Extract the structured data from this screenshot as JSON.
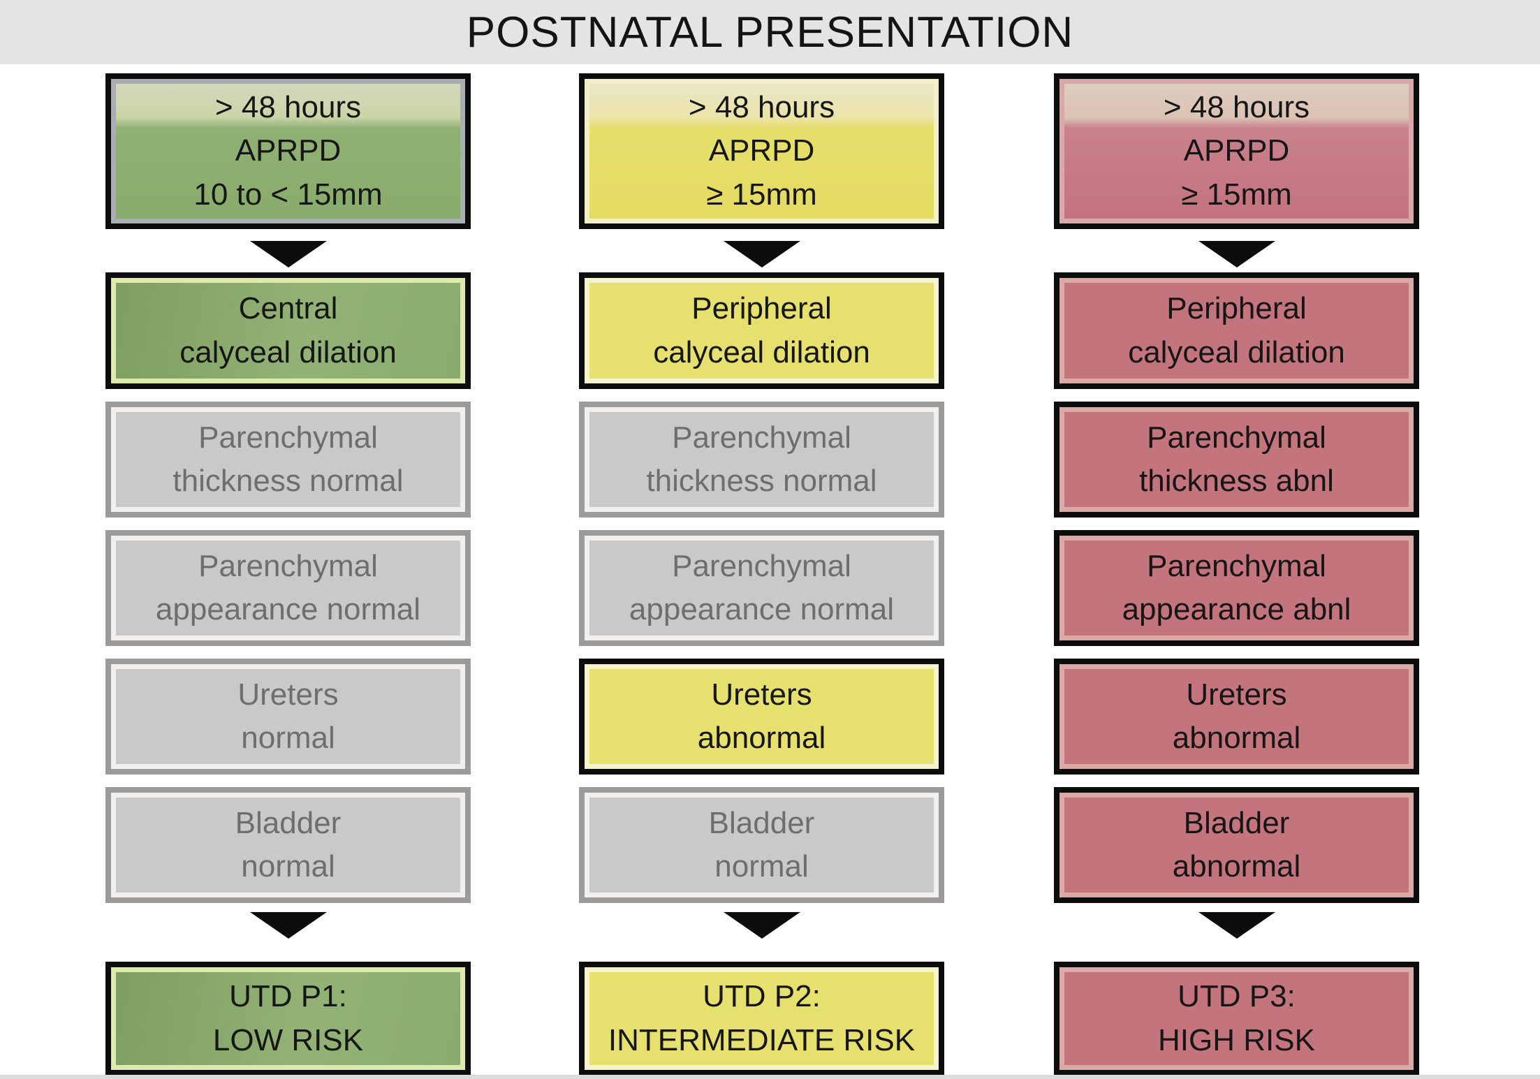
{
  "title": "POSTNATAL PRESENTATION",
  "colors": {
    "title_band": "#e2e4e6",
    "low_risk_green": "#8cae71",
    "intermediate_risk_yellow": "#e6e06e",
    "high_risk_red": "#c4747c",
    "normal_gray": "#c9c9c9",
    "border_black": "#0d0d0d",
    "border_gray": "#9b9b9b"
  },
  "columns": [
    {
      "risk": "low",
      "boxes": [
        {
          "lines": [
            "> 48 hours",
            "APRPD",
            "10 to < 15mm"
          ]
        },
        {
          "lines": [
            "Central",
            "calyceal dilation"
          ]
        },
        {
          "lines": [
            "Parenchymal",
            "thickness normal"
          ]
        },
        {
          "lines": [
            "Parenchymal",
            "appearance normal"
          ]
        },
        {
          "lines": [
            "Ureters",
            "normal"
          ]
        },
        {
          "lines": [
            "Bladder",
            "normal"
          ]
        },
        {
          "lines": [
            "UTD P1:",
            "LOW RISK"
          ]
        }
      ]
    },
    {
      "risk": "intermediate",
      "boxes": [
        {
          "lines": [
            "> 48 hours",
            "APRPD",
            "≥ 15mm"
          ]
        },
        {
          "lines": [
            "Peripheral",
            "calyceal dilation"
          ]
        },
        {
          "lines": [
            "Parenchymal",
            "thickness normal"
          ]
        },
        {
          "lines": [
            "Parenchymal",
            "appearance normal"
          ]
        },
        {
          "lines": [
            "Ureters",
            "abnormal"
          ]
        },
        {
          "lines": [
            "Bladder",
            "normal"
          ]
        },
        {
          "lines": [
            "UTD P2:",
            "INTERMEDIATE RISK"
          ]
        }
      ]
    },
    {
      "risk": "high",
      "boxes": [
        {
          "lines": [
            "> 48 hours",
            "APRPD",
            "≥ 15mm"
          ]
        },
        {
          "lines": [
            "Peripheral",
            "calyceal dilation"
          ]
        },
        {
          "lines": [
            "Parenchymal",
            "thickness abnl"
          ]
        },
        {
          "lines": [
            "Parenchymal",
            "appearance abnl"
          ]
        },
        {
          "lines": [
            "Ureters",
            "abnormal"
          ]
        },
        {
          "lines": [
            "Bladder",
            "abnormal"
          ]
        },
        {
          "lines": [
            "UTD P3:",
            "HIGH RISK"
          ]
        }
      ]
    }
  ]
}
